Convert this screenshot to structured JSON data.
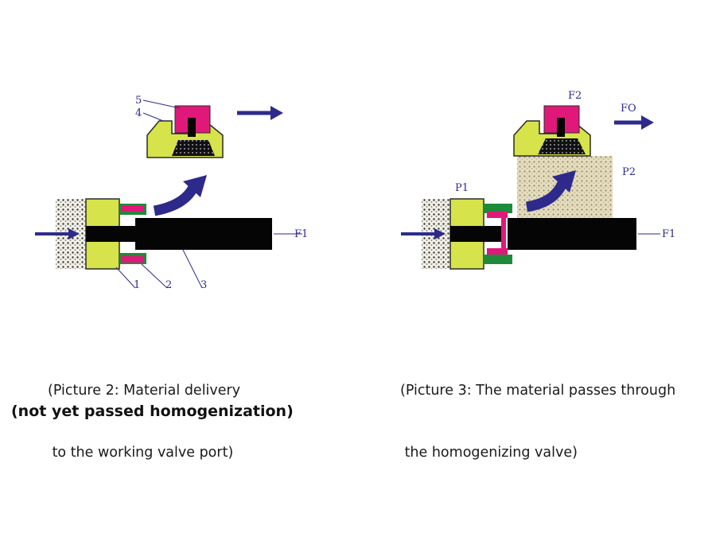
{
  "figures": [
    {
      "id": "picture-2",
      "labels": {
        "l5": "5",
        "l4": "4",
        "l1": "1",
        "l2": "2",
        "l3": "3",
        "f1": "F1"
      },
      "caption_line1": "(Picture 2: Material delivery",
      "caption_line2": " to the working valve port)"
    },
    {
      "id": "picture-3",
      "labels": {
        "f2": "F2",
        "fo": "FO",
        "p1": "P1",
        "p2": "P2",
        "f1": "F1"
      },
      "caption_line1": "(Picture 3: The material passes through",
      "caption_line2": " the homogenizing valve)"
    }
  ],
  "note": "(not yet passed homogenization)",
  "colors": {
    "valve_body": "#d6e34a",
    "valve_outline": "#2b2b2b",
    "seat_magenta": "#e0187a",
    "seal_green": "#1f8a3a",
    "plunger": "#050505",
    "arrow": "#2e2a8c",
    "material": "#d9d3b8"
  },
  "icons": [
    "flow-arrow-icon",
    "force-arrow-icon"
  ]
}
